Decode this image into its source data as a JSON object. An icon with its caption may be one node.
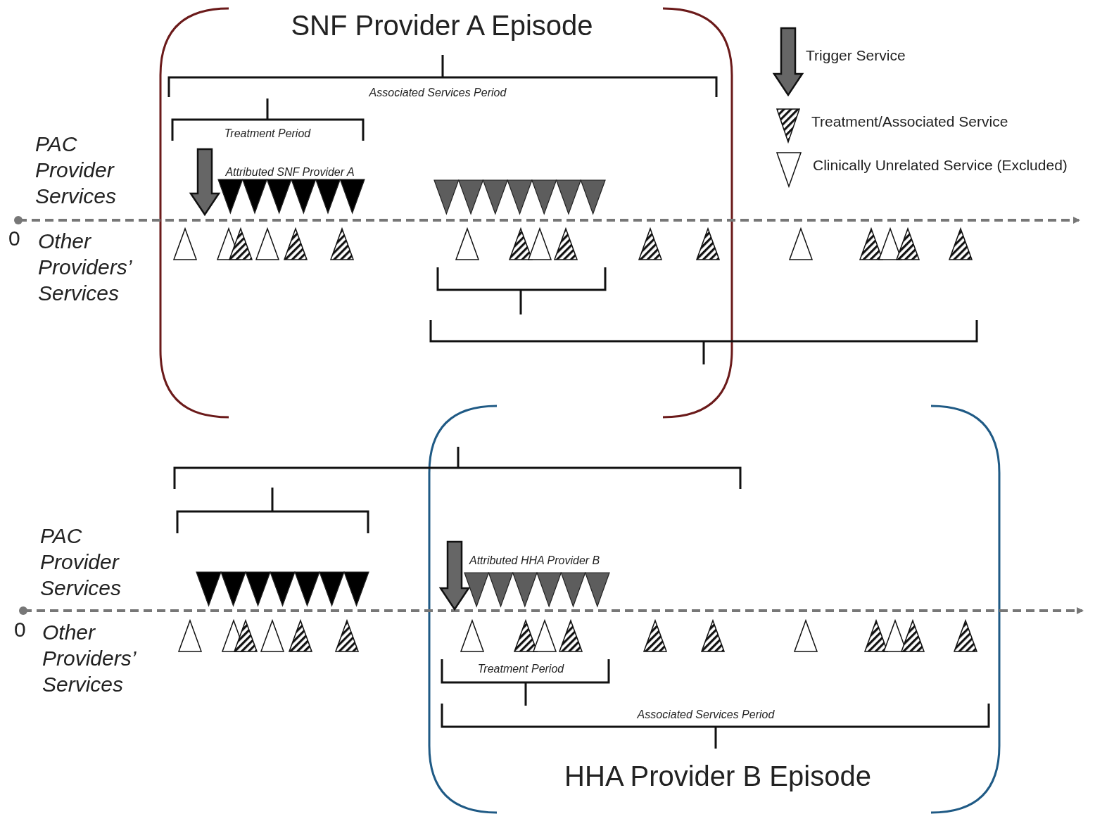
{
  "diagram": {
    "labels": [
      "SNF Provider A Episode",
      "Associated Services Period",
      "Treatment Period",
      "PAC Provider Services",
      "Attributed SNF Provider A",
      "0",
      "Other Providers’ Services",
      "PAC Provider Services",
      "Attributed HHA Provider B",
      "0",
      "Other Providers’ Services",
      "Treatment Period",
      "Associated Services Period",
      "HHA Provider B Episode"
    ],
    "legend": [
      {
        "text": "Trigger Service"
      },
      {
        "text": "Treatment/Associated Service"
      },
      {
        "text": "Clinically Unrelated Service (Excluded)"
      }
    ]
  }
}
